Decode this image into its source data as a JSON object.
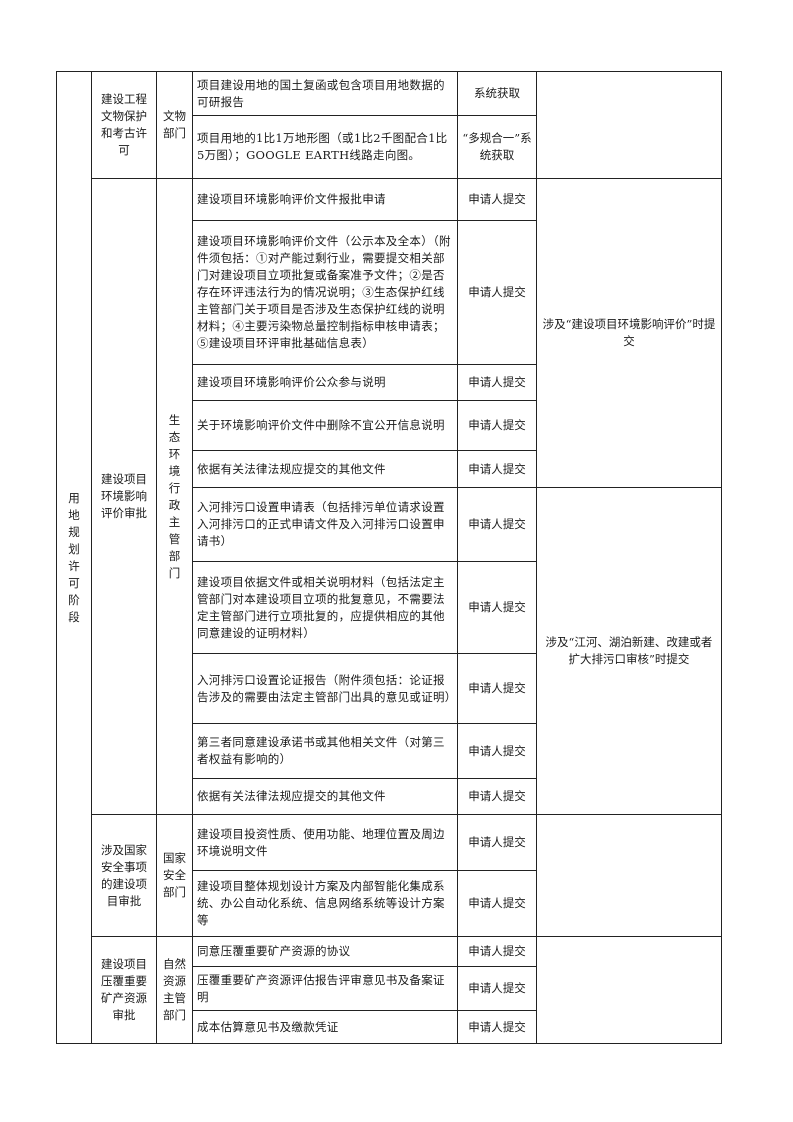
{
  "stage": "用地规划许可阶段",
  "groups": [
    {
      "item": "建设工程文物保护和考古许可",
      "dept": "文物部门",
      "rows": [
        {
          "material": "项目建设用地的国土复函或包含项目用地数据的可研报告",
          "source": "系统获取"
        },
        {
          "material": "项目用地的1比1万地形图（或1比2千图配合1比5万图）；GOOGLE EARTH线路走向图。",
          "source": "“多规合一”系统获取"
        }
      ],
      "notes": [
        ""
      ]
    },
    {
      "item": "建设项目环境影响评价审批",
      "dept": "生态环境行政主管部门",
      "rows": [
        {
          "material": "建设项目环境影响评价文件报批申请",
          "source": "申请人提交"
        },
        {
          "material": "建设项目环境影响评价文件（公示本及全本）（附件须包括：①对产能过剩行业，需要提交相关部门对建设项目立项批复或备案准予文件；②是否存在环评违法行为的情况说明；③生态保护红线主管部门关于项目是否涉及生态保护红线的说明材料；④主要污染物总量控制指标申核申请表；⑤建设项目环评审批基础信息表）",
          "source": "申请人提交"
        },
        {
          "material": "建设项目环境影响评价公众参与说明",
          "source": "申请人提交"
        },
        {
          "material": "关于环境影响评价文件中删除不宜公开信息说明",
          "source": "申请人提交"
        },
        {
          "material": "依据有关法律法规应提交的其他文件",
          "source": "申请人提交"
        },
        {
          "material": "入河排污口设置申请表（包括排污单位请求设置入河排污口的正式申请文件及入河排污口设置申请书）",
          "source": "申请人提交"
        },
        {
          "material": "建设项目依据文件或相关说明材料（包括法定主管部门对本建设项目立项的批复意见，不需要法定主管部门进行立项批复的，应提供相应的其他同意建设的证明材料）",
          "source": "申请人提交"
        },
        {
          "material": "入河排污口设置论证报告（附件须包括：论证报告涉及的需要由法定主管部门出具的意见或证明）",
          "source": "申请人提交"
        },
        {
          "material": "第三者同意建设承诺书或其他相关文件（对第三者权益有影响的）",
          "source": "申请人提交"
        },
        {
          "material": "依据有关法律法规应提交的其他文件",
          "source": "申请人提交"
        }
      ],
      "notes": [
        "涉及“建设项目环境影响评价”时提交",
        "涉及“江河、湖泊新建、改建或者扩大排污口审核”时提交"
      ]
    },
    {
      "item": "涉及国家安全事项的建设项目审批",
      "dept": "国家安全部门",
      "rows": [
        {
          "material": "建设项目投资性质、使用功能、地理位置及周边环境说明文件",
          "source": "申请人提交"
        },
        {
          "material": "建设项目整体规划设计方案及内部智能化集成系统、办公自动化系统、信息网络系统等设计方案等",
          "source": "申请人提交"
        }
      ],
      "notes": [
        ""
      ]
    },
    {
      "item": "建设项目压覆重要矿产资源审批",
      "dept": "自然资源主管部门",
      "rows": [
        {
          "material": "同意压覆重要矿产资源的协议",
          "source": "申请人提交"
        },
        {
          "material": "压覆重要矿产资源评估报告评审意见书及备案证明",
          "source": "申请人提交"
        },
        {
          "material": "成本估算意见书及缴款凭证",
          "source": "申请人提交"
        }
      ],
      "notes": [
        ""
      ]
    }
  ]
}
